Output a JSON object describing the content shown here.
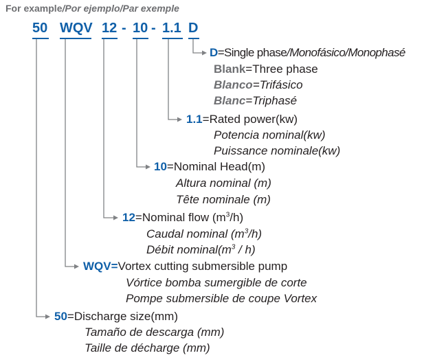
{
  "header": {
    "en": "For example",
    "es": "Por ejemplo",
    "fr": "Par exemple",
    "sep": "/"
  },
  "code": {
    "discharge": "50",
    "model": "WQV",
    "flow": "12",
    "head": "10",
    "power": "1.1",
    "phase": "D",
    "dash": "-"
  },
  "items": {
    "phase": {
      "key": "D",
      "en": "Single phase",
      "es": "Monofásico",
      "fr": "Monophasé",
      "blank_en_key": "Blank",
      "blank_en": "Three phase",
      "blank_es_key": "Blanco",
      "blank_es": "Trifásico",
      "blank_fr_key": "Blanc",
      "blank_fr": "Triphasé"
    },
    "power": {
      "key": "1.1",
      "en": "Rated power(kw)",
      "es": "Potencia nominal(kw)",
      "fr": "Puissance nominale(kw)"
    },
    "head": {
      "key": "10",
      "en": "Nominal Head(m)",
      "es": "Altura nominal (m)",
      "fr": "Tête nominale (m)"
    },
    "flow": {
      "key": "12",
      "en_pre": "Nominal flow (m",
      "en_sup": "3",
      "en_post": "/h)",
      "es_pre": "Caudal nominal (m",
      "es_sup": "3",
      "es_post": "/h)",
      "fr_pre": "Débit nominal(m",
      "fr_sup": "3",
      "fr_post": " / h)"
    },
    "model": {
      "key": "WQV",
      "en": "Vortex cutting submersible pump",
      "es": "Vórtice bomba sumergible de corte",
      "fr": "Pompe submersible de coupe Vortex"
    },
    "discharge": {
      "key": "50",
      "en": "Discharge size(mm)",
      "es": "Tamaño de descarga (mm)",
      "fr": "Taille de décharge (mm)"
    }
  },
  "equals": "=",
  "colors": {
    "accent": "#0f5fa8",
    "line": "#808285",
    "text": "#231f20",
    "muted": "#6d6e71"
  }
}
